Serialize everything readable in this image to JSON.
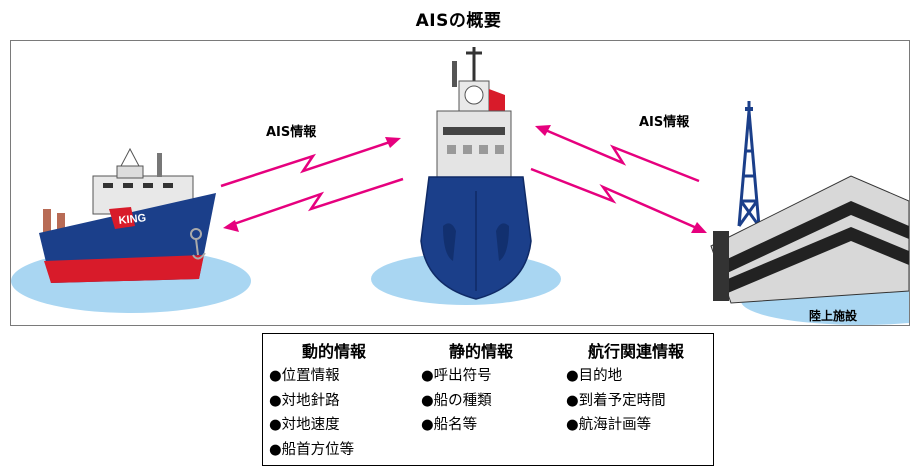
{
  "title": "AISの概要",
  "diagram": {
    "left_arrow_label": "AIS情報",
    "right_arrow_label": "AIS情報",
    "ship_name": "KING",
    "shore_station_label": "陸上施設"
  },
  "info_table": {
    "columns": [
      {
        "heading": "動的情報",
        "items": [
          "位置情報",
          "対地針路",
          "対地速度",
          "船首方位等"
        ]
      },
      {
        "heading": "静的情報",
        "items": [
          "呼出符号",
          "船の種類",
          "船名等"
        ]
      },
      {
        "heading": "航行関連情報",
        "items": [
          "目的地",
          "到着予定時間",
          "航海計画等"
        ]
      }
    ]
  },
  "colors": {
    "arrow": "#e6007e",
    "hull": "#1b3f8a",
    "hull_red": "#d81b2a",
    "water": "#a9d6f2",
    "frame_border": "#7a7a7a"
  }
}
